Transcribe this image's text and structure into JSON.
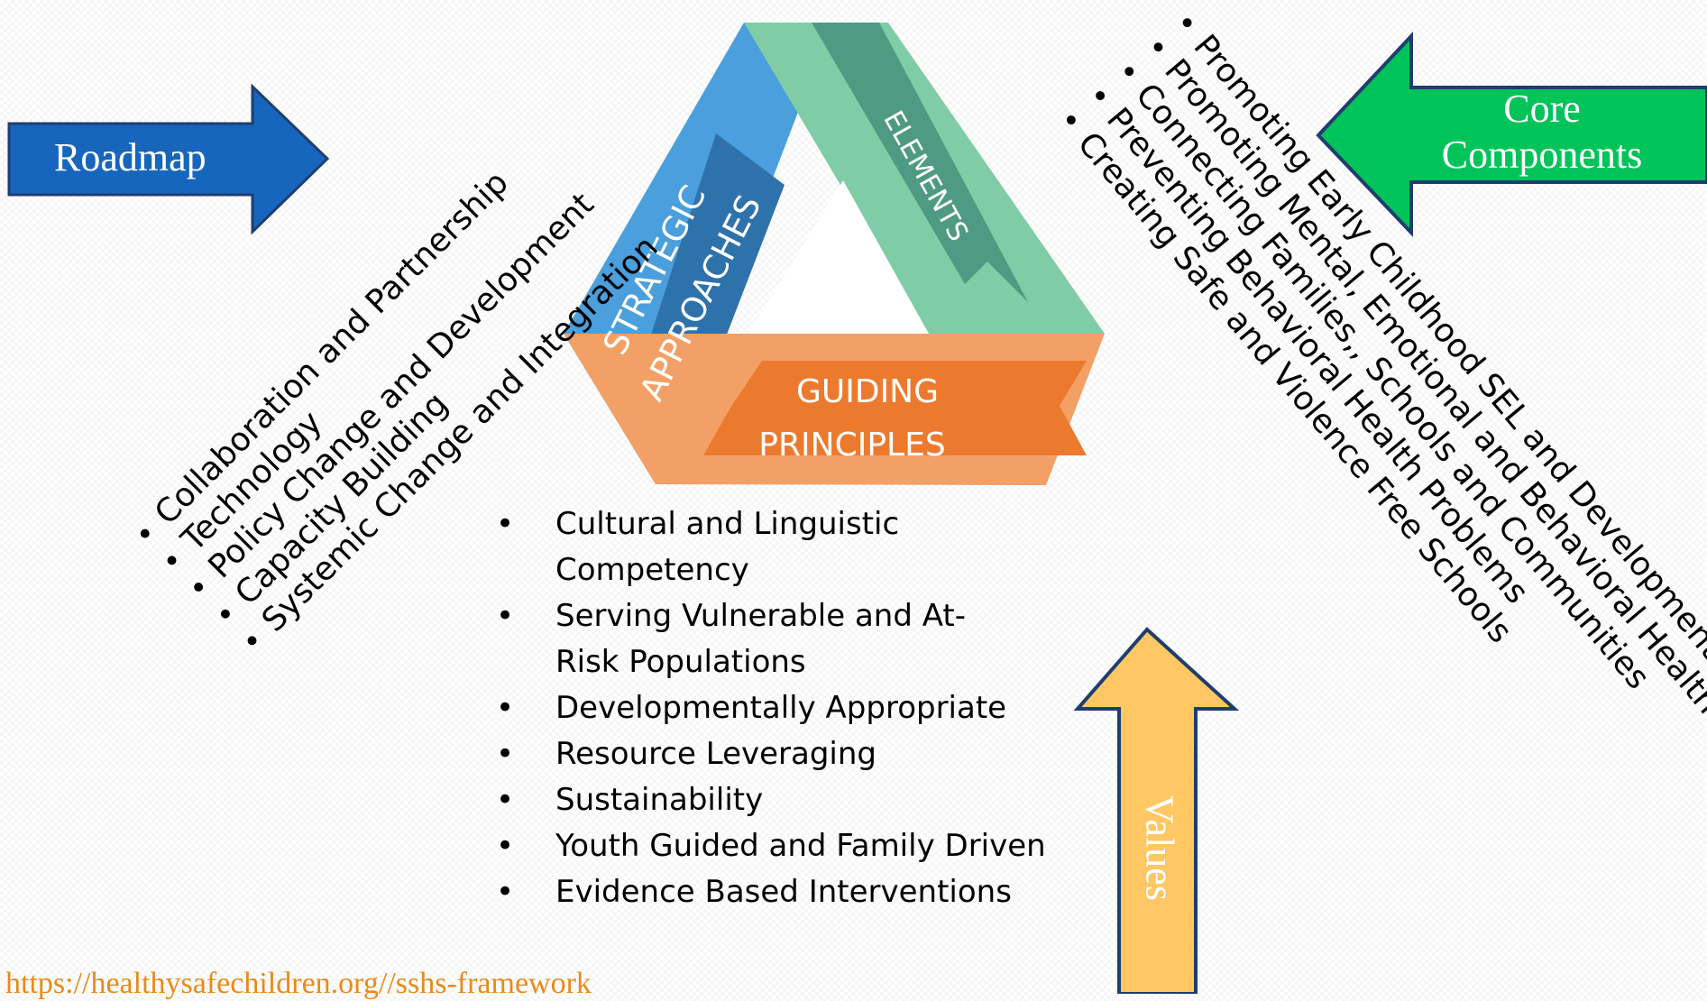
{
  "roadmap": {
    "label": "Roadmap",
    "items": [
      "Collaboration and Partnership",
      "Technology",
      "Policy Change and Development",
      "Capacity Building",
      "Systemic Change and Integration"
    ]
  },
  "core_components": {
    "label": "Core Components",
    "items": [
      "Promoting Early Childhood SEL and Development",
      "Promoting Mental, Emotional and Behavioral Health",
      "Connecting Families,, Schools and Communities",
      "Preventing Behavioral Health Problems",
      "Creating Safe and Violence Free Schools"
    ]
  },
  "triangle": {
    "strategic": [
      "STRATEGIC",
      "APPROACHES"
    ],
    "elements": "ELEMENTS",
    "guiding": [
      "GUIDING",
      "PRINCIPLES"
    ]
  },
  "guiding_principles": [
    "Cultural and Linguistic Competency",
    "Serving Vulnerable and At-Risk Populations",
    "Developmentally Appropriate",
    "Resource Leveraging",
    "Sustainability",
    "Youth Guided and Family Driven",
    "Evidence Based Interventions"
  ],
  "values": {
    "label": "Values"
  },
  "source_url": "https://healthysafechildren.org//sshs-framework",
  "colors": {
    "roadmap_arrow": "#1666be",
    "core_arrow": "#00c35a",
    "values_arrow": "#ffc865",
    "arrow_outline": "#1f3e6e",
    "strategic_band": "#4a9fdc",
    "strategic_ribbon": "#2e72ab",
    "elements_band": "#7fcca6",
    "elements_ribbon": "#4e9a82",
    "guiding_band": "#f2a066",
    "guiding_ribbon": "#ec7a2e",
    "url_text": "#e88a1a"
  }
}
